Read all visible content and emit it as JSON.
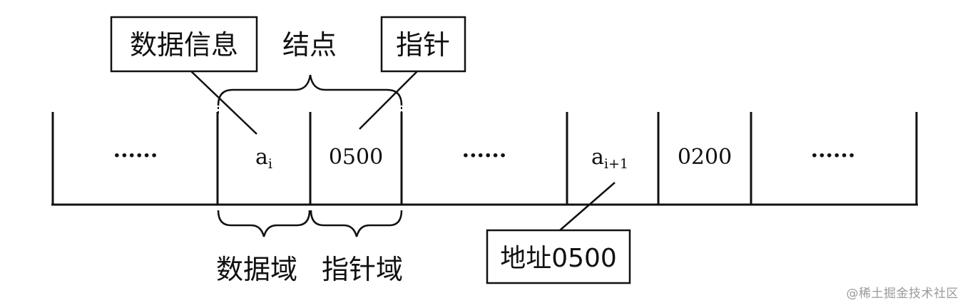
{
  "labels": {
    "data_info": "数据信息",
    "node": "结点",
    "pointer": "指针",
    "data_field": "数据域",
    "pointer_field": "指针域",
    "address": "地址0500"
  },
  "cells": {
    "ellipsis_1": "······",
    "a_i_base": "a",
    "a_i_sub": "i",
    "ptr_1": "0500",
    "ellipsis_2": "······",
    "a_i1_base": "a",
    "a_i1_sub": "i+1",
    "ptr_2": "0200",
    "ellipsis_3": "······"
  },
  "watermark": "@稀土掘金技术社区"
}
